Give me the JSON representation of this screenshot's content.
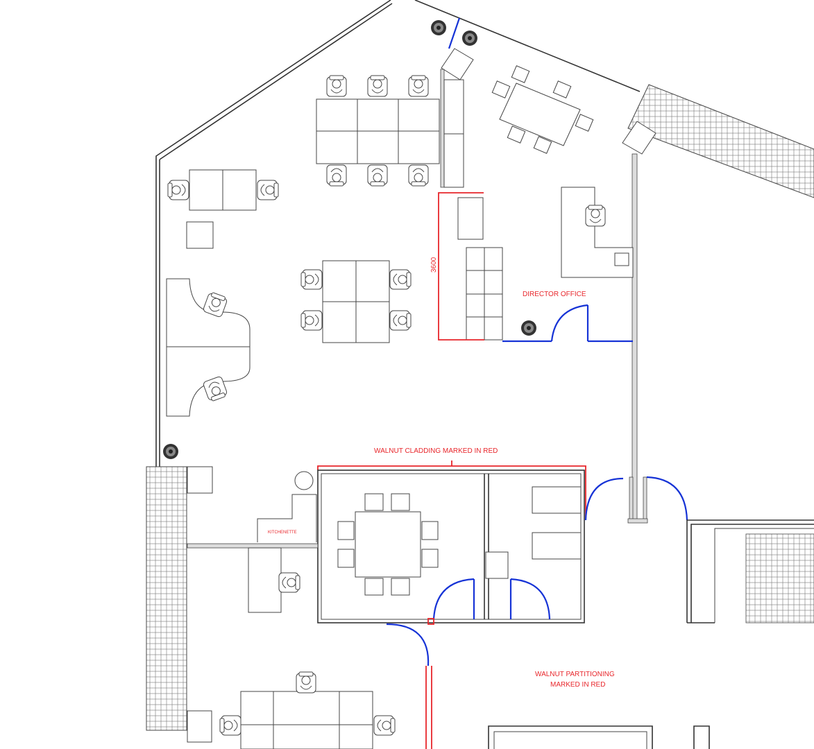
{
  "labels": {
    "director_office": "DIRECTOR OFFICE",
    "walnut_cladding": "WALNUT CLADDING MARKED IN RED",
    "kitchenette": "KITCHENETTE",
    "walnut_partitioning_line1": "WALNUT PARTITIONING",
    "walnut_partitioning_line2": "MARKED IN RED",
    "dimension_3600": "3600"
  },
  "colors": {
    "annotation_red": "#e8262b",
    "door_blue": "#1633d6",
    "wall_line": "#333333"
  }
}
